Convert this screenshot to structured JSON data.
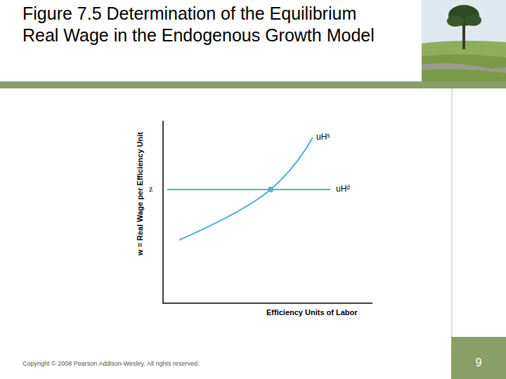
{
  "diagram": {
    "title": "Figure 7.5 Determination of the Equilibrium Real Wage in the Endogenous Growth Model",
    "labels": [
      "w = Real Wage per Efficiency Unit",
      "z",
      "uHˢ",
      "uHᵈ",
      "Efficiency Units of Labor",
      "Copyright © 2008 Pearson Addison-Wesley. All rights reserved.",
      "9"
    ]
  }
}
